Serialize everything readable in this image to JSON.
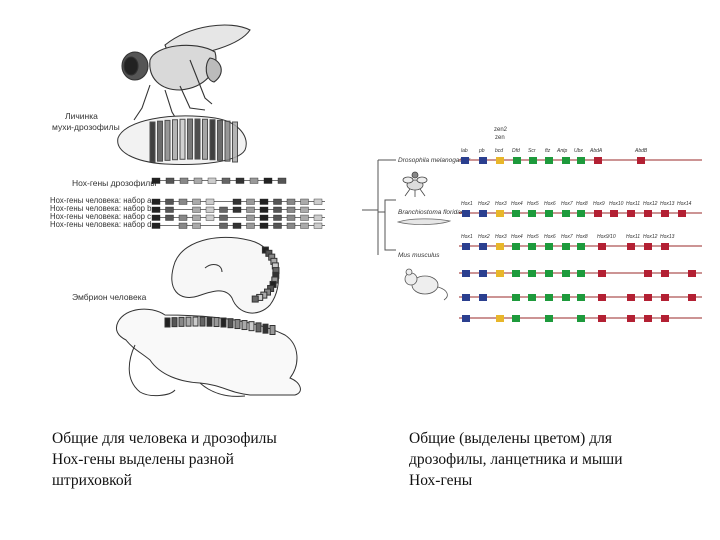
{
  "left_figure": {
    "label_larva": "Личинка мухи-дрозофилы",
    "label_larva_line1": "Личинка",
    "label_larva_line2": "мухи-дрозофилы",
    "label_fly_genes": "Нох-гены дрозофилы",
    "human_sets": [
      "Нох-гены человека: набор a",
      "Нох-гены человека: набор b",
      "Нох-гены человека: набор c",
      "Нох-гены человека: набор d"
    ],
    "label_embryo": "Эмбрион человека"
  },
  "right_figure": {
    "organisms": [
      "Drosophila melanogaster",
      "Branchiostoma floridae",
      "Mus musculus"
    ],
    "drosophila_genes": [
      "lab",
      "pb",
      "zen",
      "bcd",
      "Dfd",
      "Scr",
      "ftz",
      "Antp",
      "Ubx",
      "AbdA",
      "AbdB"
    ],
    "zen_stack": [
      "zen2",
      "zen",
      "bcd"
    ],
    "amphioxus_genes": [
      "Hox1",
      "Hox2",
      "Hox3",
      "Hox4",
      "Hox5",
      "Hox6",
      "Hox7",
      "Hox8",
      "Hox9",
      "Hox10",
      "Hox11",
      "Hox12",
      "Hox13",
      "Hox14"
    ],
    "mouse_genes": [
      "Hox1",
      "Hox2",
      "Hox3",
      "Hox4",
      "Hox5",
      "Hox6",
      "Hox7",
      "Hox8",
      "Hox9/10",
      "Hox11",
      "Hox12",
      "Hox13"
    ],
    "colors": {
      "blue": "#2b3f8f",
      "yellow": "#e8b62a",
      "green": "#1e9a3c",
      "red": "#b32033",
      "line": "#9a2a2a"
    }
  },
  "captions": {
    "left": "Общие для человека и дрозофилы\nНох-гены выделены разной\nштриховкой",
    "right": "Общие (выделены цветом) для\nдрозофилы, ланцетника и мыши\nНох-гены"
  }
}
